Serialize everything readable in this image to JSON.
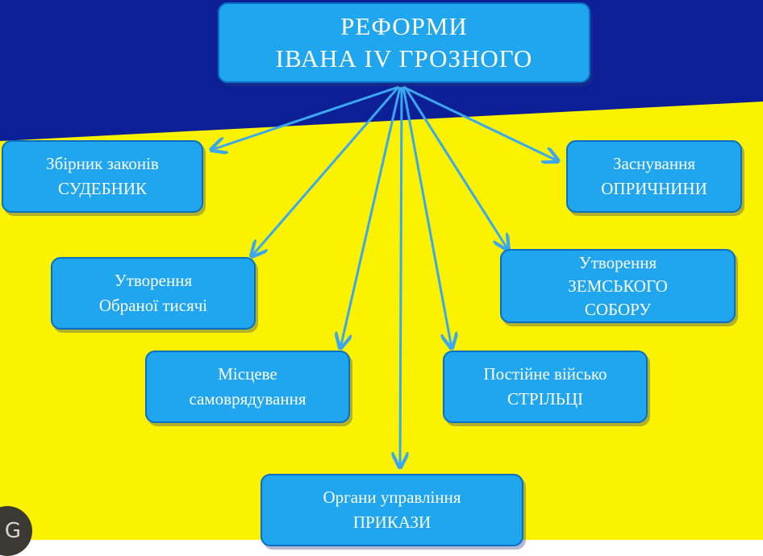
{
  "colors": {
    "top_band": "#0c1f96",
    "bottom_band": "#fbf200",
    "box_fill": "#1fa6ee",
    "box_border": "#0a6fc4",
    "arrow": "#3aa8f0",
    "text": "#ffffff"
  },
  "title": {
    "line1": "РЕФОРМИ",
    "line2": "ІВАНА IV ГРОЗНОГО"
  },
  "nodes": {
    "sudebnyk": {
      "line1": "Збірник  законів",
      "line2": "СУДЕБНИК"
    },
    "oprychnyna": {
      "line1": "Заснування",
      "line2": "ОПРИЧНИНИ"
    },
    "obrana_tysiacha": {
      "line1": "Утворення",
      "line2": "Обраної тисячі"
    },
    "zemskyi_sobor": {
      "line1": "Утворення",
      "line2": "ЗЕМСЬКОГО",
      "line3": "СОБОРУ"
    },
    "samovriaduvannia": {
      "line1": "Місцеве",
      "line2": "самоврядування"
    },
    "striltsi": {
      "line1": "Постійне військо",
      "line2": "СТРІЛЬЦІ"
    },
    "prykazy": {
      "line1": "Органи управління",
      "line2": "ПРИКАЗИ"
    }
  },
  "edges": [
    {
      "from": "title",
      "to": "sudebnyk"
    },
    {
      "from": "title",
      "to": "oprychnyna"
    },
    {
      "from": "title",
      "to": "obrana_tysiacha"
    },
    {
      "from": "title",
      "to": "zemskyi_sobor"
    },
    {
      "from": "title",
      "to": "samovriaduvannia"
    },
    {
      "from": "title",
      "to": "striltsi"
    },
    {
      "from": "title",
      "to": "prykazy"
    }
  ],
  "corner_badge": {
    "icon": "share-icon",
    "glyph": "G"
  }
}
